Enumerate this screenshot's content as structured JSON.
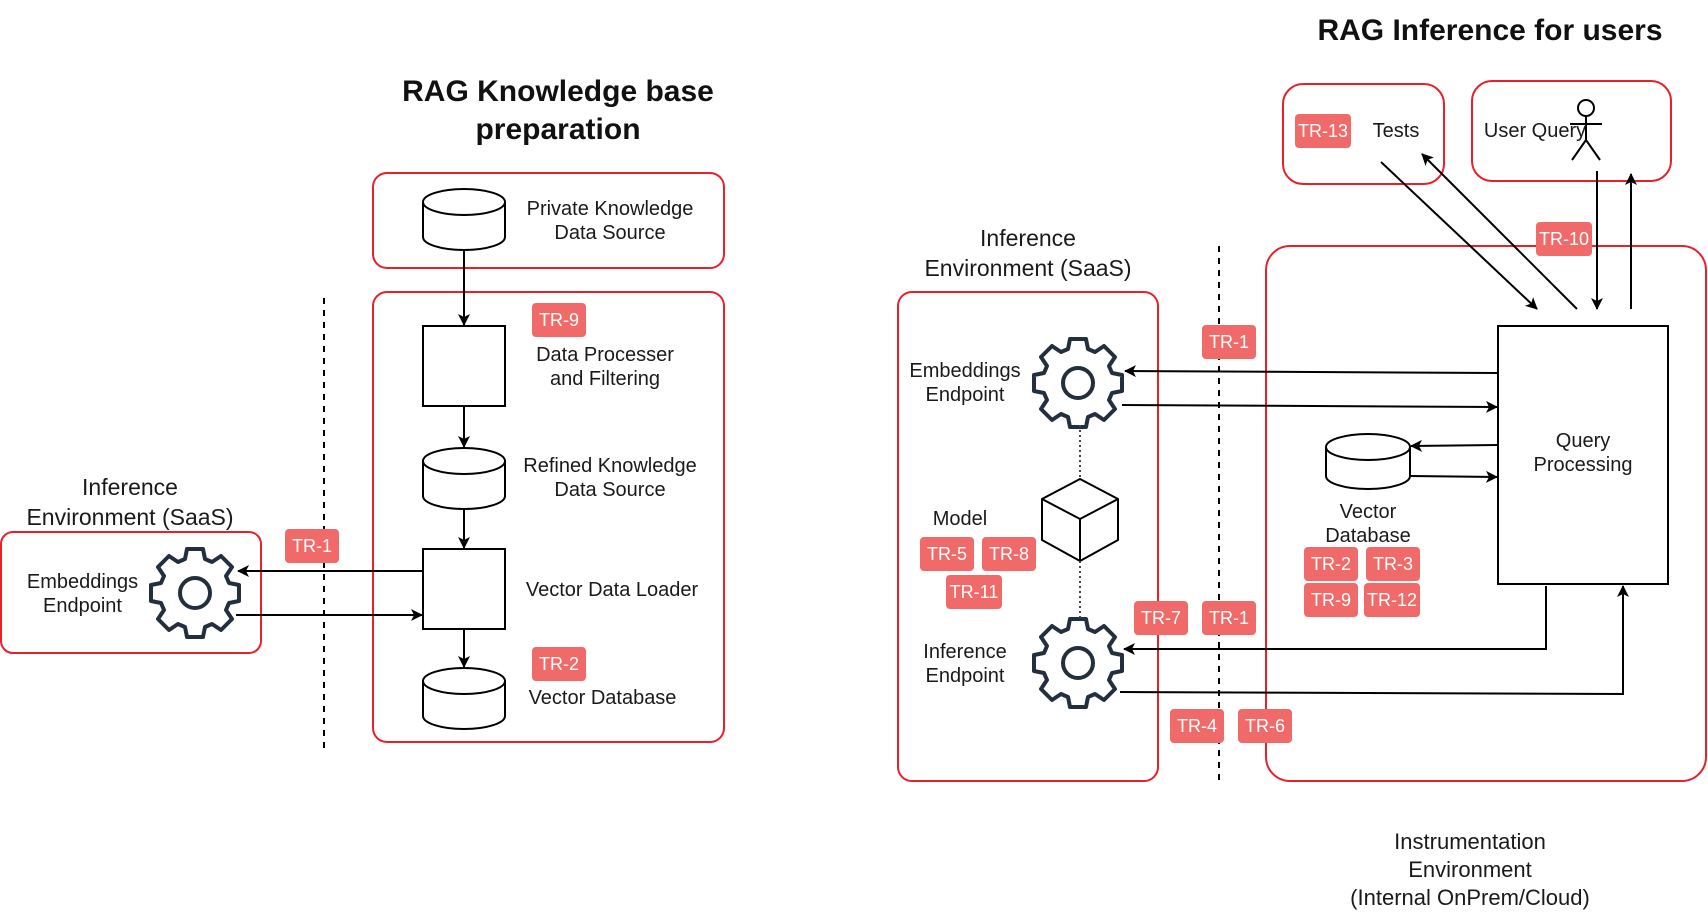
{
  "titles": {
    "knowledge_prep": "RAG Knowledge base\npreparation",
    "inference_users": "RAG Inference for users"
  },
  "environments": {
    "inference_left": "Inference\nEnvironment (SaaS)",
    "inference_right": "Inference\nEnvironment (SaaS)",
    "instrumentation": "Instrumentation\nEnvironment\n(Internal OnPrem/Cloud)"
  },
  "nodes": {
    "private_source": "Private Knowledge\nData Source",
    "data_processor": "Data Processer\nand Filtering",
    "refined_source": "Refined Knowledge\nData Source",
    "vector_loader": "Vector Data Loader",
    "vector_db_left": "Vector Database",
    "embeddings_left": "Embeddings\nEndpoint",
    "embeddings_right": "Embeddings\nEndpoint",
    "model": "Model",
    "inference_endpoint": "Inference\nEndpoint",
    "vector_db_right": "Vector\nDatabase",
    "query_processing": "Query\nProcessing",
    "tests": "Tests",
    "user_query": "User Query"
  },
  "badges": {
    "tr9_left": "TR-9",
    "tr2_left": "TR-2",
    "tr1_left": "TR-1",
    "tr13": "TR-13",
    "tr10": "TR-10",
    "tr1_top": "TR-1",
    "tr5": "TR-5",
    "tr8": "TR-8",
    "tr11": "TR-11",
    "tr2_right": "TR-2",
    "tr3": "TR-3",
    "tr9_right": "TR-9",
    "tr12": "TR-12",
    "tr7": "TR-7",
    "tr1_mid": "TR-1",
    "tr4": "TR-4",
    "tr6": "TR-6"
  },
  "colors": {
    "boundary": "#e8202a",
    "badge": "#f06a6a",
    "icon": "#232f3e",
    "line": "#000000"
  }
}
